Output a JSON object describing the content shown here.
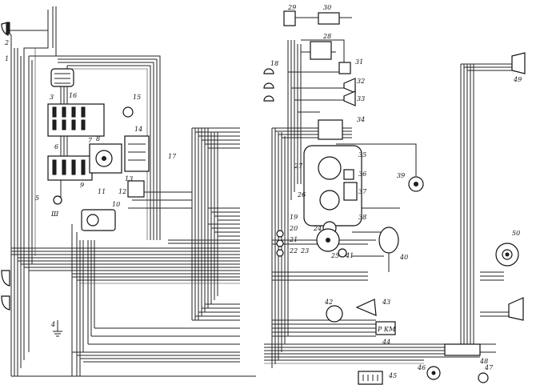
{
  "diagram": {
    "component_numbers": [
      "1",
      "2",
      "3",
      "4",
      "5",
      "6",
      "7",
      "8",
      "9",
      "10",
      "11",
      "12",
      "13",
      "14",
      "15",
      "16",
      "17",
      "18",
      "19",
      "20",
      "21",
      "22",
      "23",
      "24",
      "25",
      "26",
      "27",
      "28",
      "29",
      "30",
      "31",
      "32",
      "33",
      "34",
      "35",
      "36",
      "37",
      "38",
      "39",
      "40",
      "41",
      "42",
      "43",
      "44",
      "45",
      "46",
      "47",
      "48",
      "49",
      "50"
    ],
    "inline_labels": {
      "relay_mark": "Р КМ",
      "ground_mark": "Ш"
    }
  }
}
